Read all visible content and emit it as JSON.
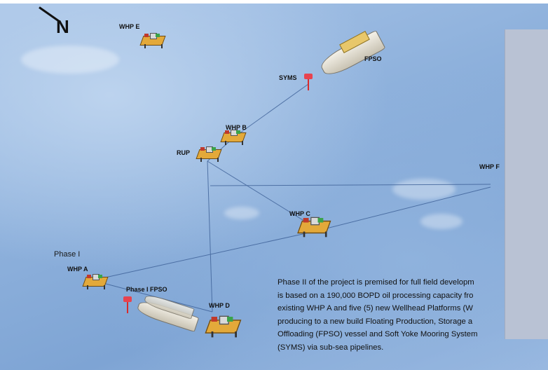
{
  "compass": {
    "label": "N"
  },
  "labels": {
    "whp_e": "WHP E",
    "fpso": "FPSO",
    "syms": "SYMS",
    "whp_b": "WHP B",
    "rup": "RUP",
    "whp_f": "WHP F",
    "whp_c": "WHP C",
    "phase_i": "Phase I",
    "whp_a": "WHP A",
    "phase_i_fpso": "Phase I FPSO",
    "whp_d": "WHP D"
  },
  "description": {
    "lines": [
      "Phase II of the project is premised for full field developm",
      "is based on a 190,000 BOPD oil processing capacity fro",
      "existing WHP A and five (5) new Wellhead Platforms (W",
      "producing to a new build Floating Production, Storage a",
      "Offloading (FPSO) vessel and Soft Yoke Mooring System",
      "(SYMS) via sub-sea pipelines."
    ]
  },
  "colors": {
    "sea": "#8eb1dc",
    "overlay_panel": "#b9c2d4",
    "platform_deck": "#e3a93a",
    "mooring": "#e8434f"
  }
}
